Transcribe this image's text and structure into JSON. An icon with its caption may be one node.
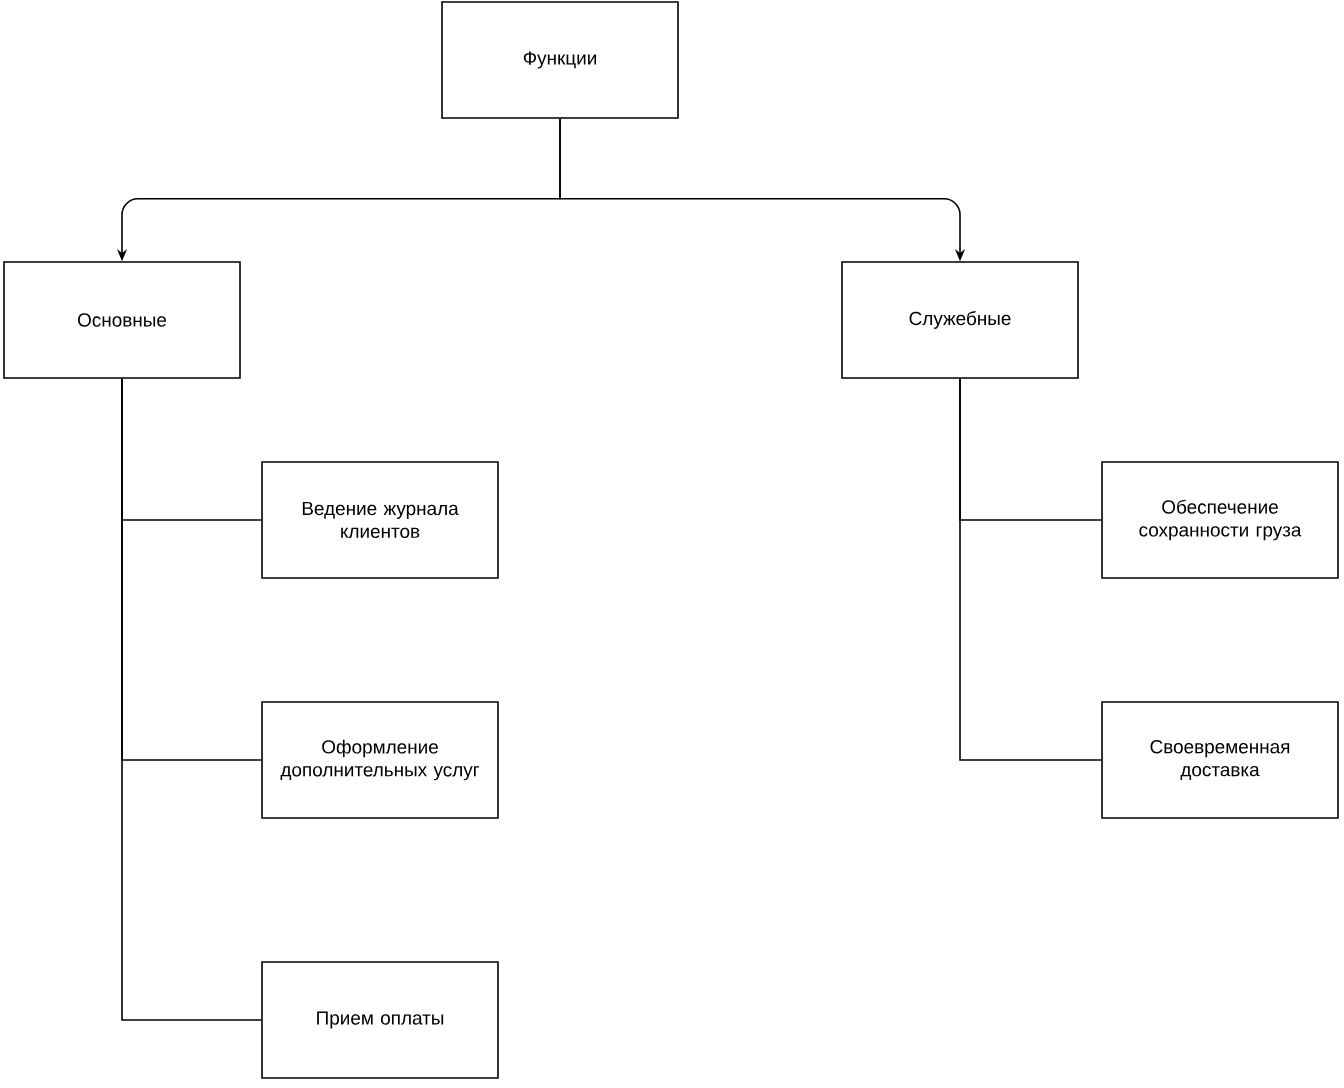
{
  "diagram": {
    "nodes": [
      {
        "text": [
          "Функции"
        ]
      },
      {
        "text": [
          "Основные"
        ]
      },
      {
        "text": [
          "Служебные"
        ]
      },
      {
        "text": [
          "Ведение журнала клиентов"
        ]
      },
      {
        "text": [
          "Оформление дополнительных услуг"
        ]
      },
      {
        "text": [
          "Прием оплаты"
        ]
      },
      {
        "text": [
          "Обеспечение сохранности груза"
        ]
      },
      {
        "text": [
          "Своевременная доставка"
        ]
      }
    ],
    "edges": [
      {
        "from": 0,
        "to": 1,
        "arrow": "to"
      },
      {
        "from": 0,
        "to": 2,
        "arrow": "to"
      },
      {
        "from": 1,
        "to": 3,
        "arrow": "none"
      },
      {
        "from": 1,
        "to": 4,
        "arrow": "none"
      },
      {
        "from": 1,
        "to": 5,
        "arrow": "none"
      },
      {
        "from": 2,
        "to": 6,
        "arrow": "none"
      },
      {
        "from": 2,
        "to": 7,
        "arrow": "none"
      }
    ]
  }
}
